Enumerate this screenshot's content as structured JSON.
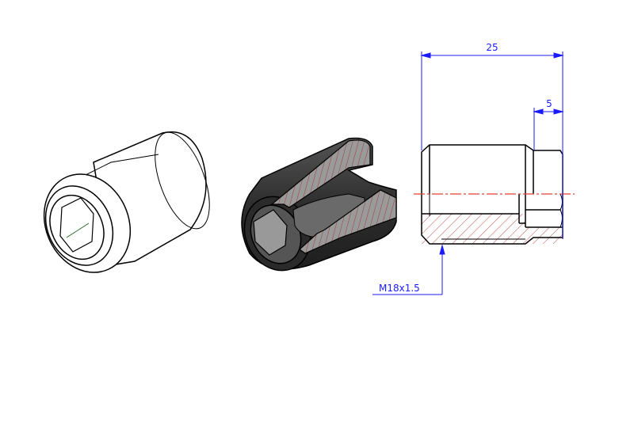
{
  "drawing": {
    "dimension_length": "25",
    "dimension_step": "5",
    "thread_callout": "M18x1.5"
  },
  "colors": {
    "dimension": "#1a1aff",
    "centerline": "#e04030",
    "hatch": "#b02020",
    "outline": "#000000",
    "shaded_body": "#3a3a3a"
  }
}
